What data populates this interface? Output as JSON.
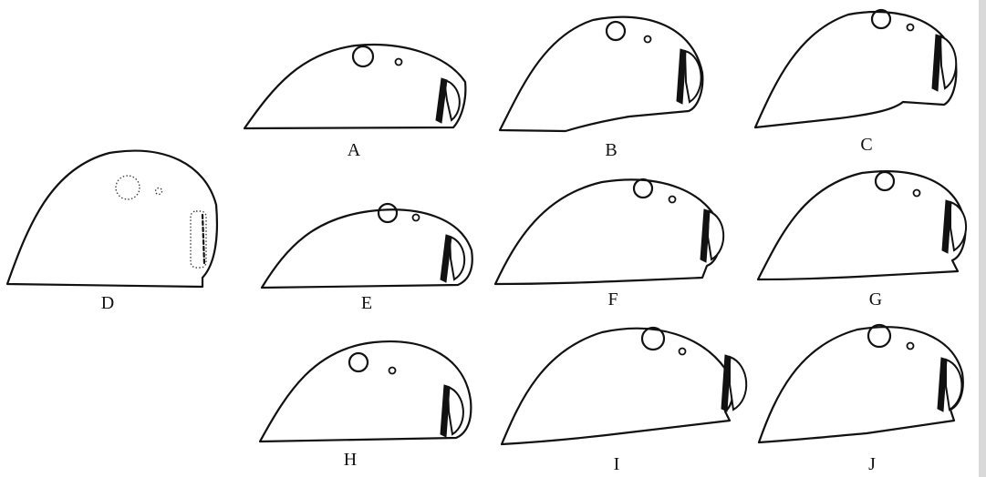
{
  "panels": [
    {
      "id": "A",
      "label": "A",
      "variant": "regular"
    },
    {
      "id": "B",
      "label": "B",
      "variant": "regular"
    },
    {
      "id": "C",
      "label": "C",
      "variant": "regular"
    },
    {
      "id": "D",
      "label": "D",
      "variant": "dotted"
    },
    {
      "id": "E",
      "label": "E",
      "variant": "regular"
    },
    {
      "id": "F",
      "label": "F",
      "variant": "regular"
    },
    {
      "id": "G",
      "label": "G",
      "variant": "regular"
    },
    {
      "id": "H",
      "label": "H",
      "variant": "regular"
    },
    {
      "id": "I",
      "label": "I",
      "variant": "regular"
    },
    {
      "id": "J",
      "label": "J",
      "variant": "regular"
    }
  ],
  "colors": {
    "ink": "#111111",
    "background": "#ffffff"
  }
}
